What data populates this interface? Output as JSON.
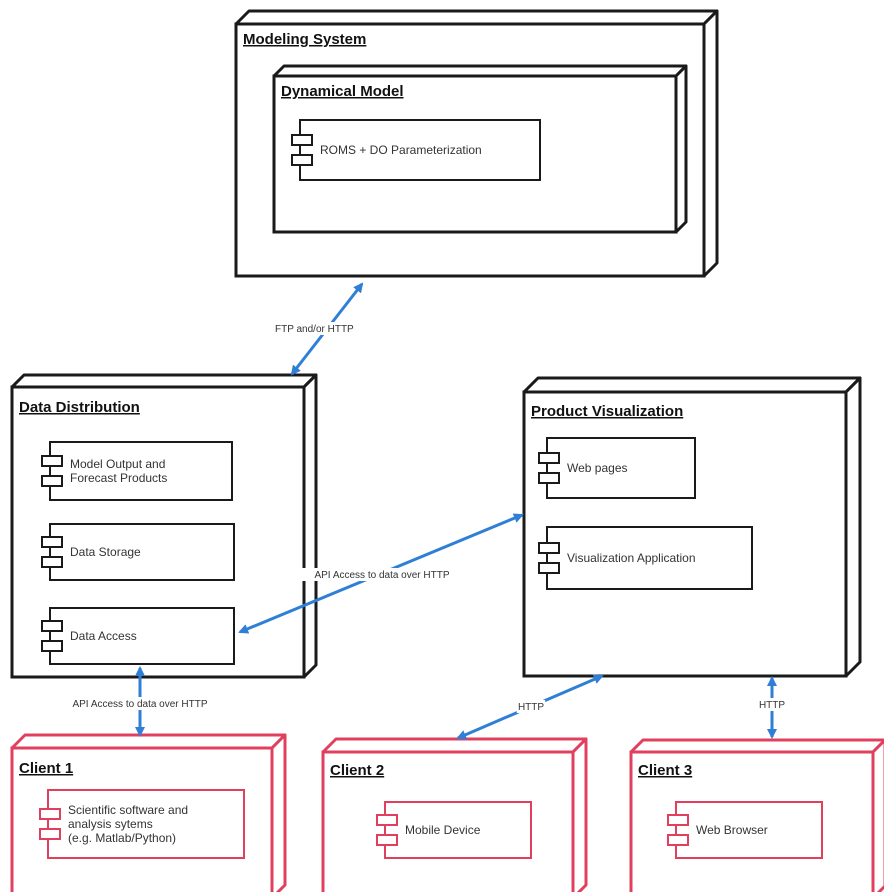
{
  "colors": {
    "node_stroke": "#1a1a1a",
    "client_stroke": "#e0405e",
    "arrow": "#2f7fd6",
    "text": "#333333"
  },
  "nodes": {
    "modeling_system": {
      "title": "Modeling System"
    },
    "dynamical_model": {
      "title": "Dynamical Model"
    },
    "data_distribution": {
      "title": "Data Distribution"
    },
    "product_visualization": {
      "title": "Product Visualization"
    },
    "client1": {
      "title": "Client 1"
    },
    "client2": {
      "title": "Client 2"
    },
    "client3": {
      "title": "Client 3"
    }
  },
  "components": {
    "roms": {
      "lines": [
        "ROMS + DO Parameterization"
      ]
    },
    "model_output": {
      "lines": [
        "Model Output and",
        "Forecast Products"
      ]
    },
    "data_storage": {
      "lines": [
        "Data Storage"
      ]
    },
    "data_access": {
      "lines": [
        "Data Access"
      ]
    },
    "web_pages": {
      "lines": [
        "Web pages"
      ]
    },
    "visualization_app": {
      "lines": [
        "Visualization Application"
      ]
    },
    "scientific_software": {
      "lines": [
        "Scientific software and",
        "analysis sytems",
        "(e.g. Matlab/Python)"
      ]
    },
    "mobile_device": {
      "lines": [
        "Mobile Device"
      ]
    },
    "web_browser": {
      "lines": [
        "Web Browser"
      ]
    }
  },
  "edges": {
    "modeling_to_distribution": {
      "label": "FTP and/or HTTP"
    },
    "access_to_visualization": {
      "label": "API Access to data over HTTP"
    },
    "access_to_client1": {
      "label": "API Access to data over HTTP"
    },
    "visualization_to_client2": {
      "label": "HTTP"
    },
    "visualization_to_client3": {
      "label": "HTTP"
    }
  }
}
